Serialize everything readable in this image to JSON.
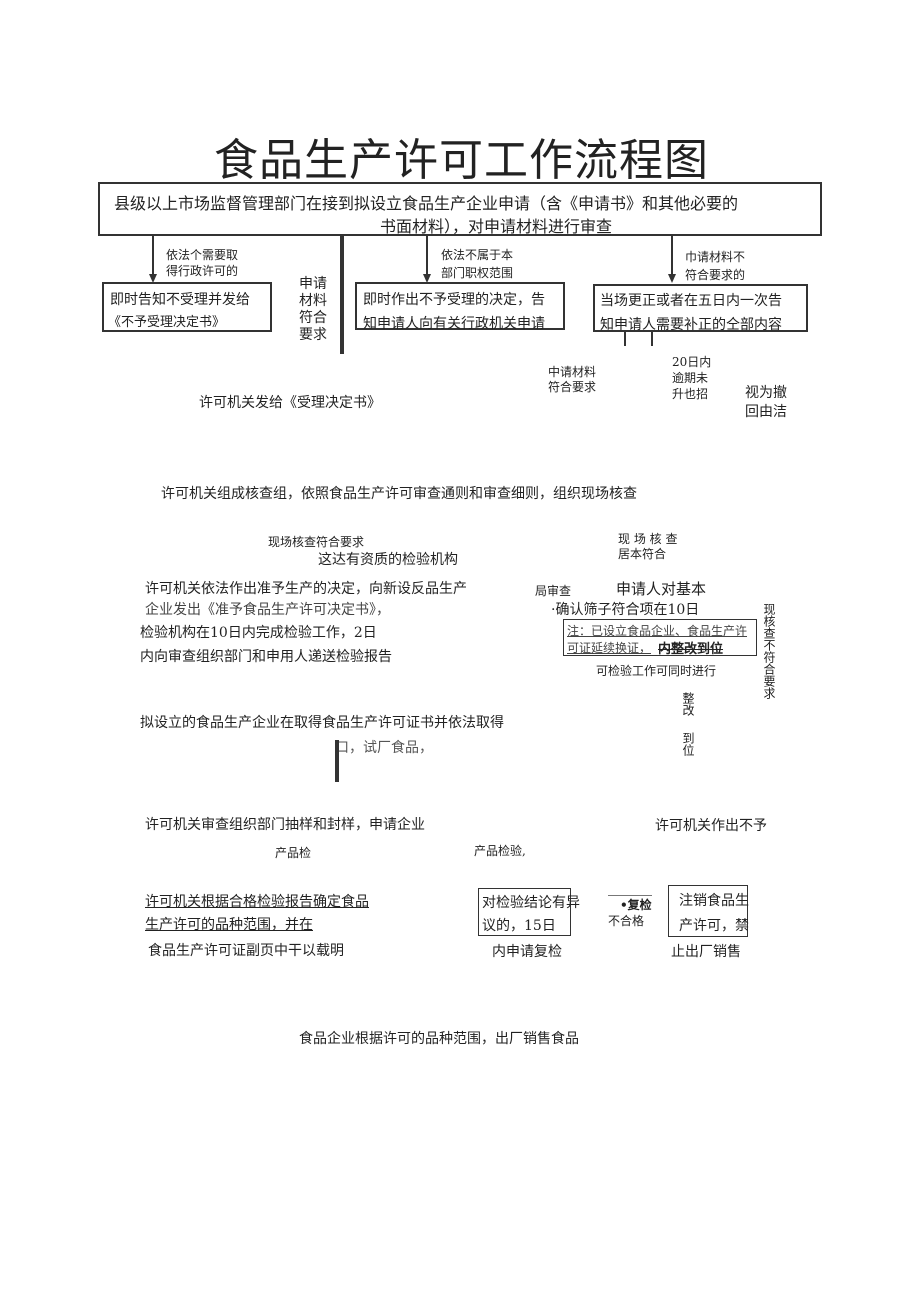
{
  "title": "食品生产许可工作流程图",
  "top_box": {
    "line1": "县级以上市场监督管理部门在接到拟设立食品生产企业申请（含《申请书》和其他必要的",
    "line2": "书面材料），对申请材料进行审查"
  },
  "branch1": {
    "label1": "依法个需要取",
    "label2": "得行政许可的",
    "box1": "即时告知不受理并发给",
    "box2": "《不予受理决定书》"
  },
  "middle_label": [
    "申请",
    "材料",
    "符合",
    "要求"
  ],
  "branch2": {
    "label1": "依法不属于本",
    "label2": "部门职权范围",
    "box1": "即时作出不予受理的决定，告",
    "box2": "知申请人向有关行政机关申请"
  },
  "branch3": {
    "label1": "巾请材料不",
    "label2": "符合要求的",
    "box1": "当场更正或者在五日内一次告",
    "box2": "知申请人需要补正的仝部内容"
  },
  "sub_right": {
    "materials_ok": [
      "中请材料",
      "符合要求"
    ],
    "overdue": [
      "20日内",
      "逾期未",
      "升也招"
    ],
    "withdraw": [
      "视为撤",
      "回由洁"
    ]
  },
  "accept": "许可机关发给《受理决定书》",
  "inspection": "许可机关组成核查组，依照食品生产许可审查通则和审查细则，组织现场核查",
  "onsite_ok": "现场核查符合要求",
  "send_lab": "这达有资质的检验机构",
  "onsite_basic": [
    "现 场 核 查",
    "居本符合"
  ],
  "decision": [
    "许可机关依法作出准予生产的决定，向新设反品生产",
    "企业发出《准予食品生产许可决定书》，"
  ],
  "lab": [
    "检验机构在10日内完成检验工作，2日",
    "内向审查组织部门和申用人递送检验报告"
  ],
  "bureau_review": "局审查",
  "applicant_basic": "申请人对基本",
  "confirm": "·确认筛子符合项在10日",
  "note_box": [
    "注：已设立食品企业、食品生产许",
    "可证延续换证，",
    "内整改到位"
  ],
  "parallel": "可检验工作可同时进行",
  "onsite_fail": "现核查不符合要求",
  "rectify": [
    "整改",
    "到位"
  ],
  "trial": [
    "拟设立的食品生产企业在取得食品生产许可证书并依法取得",
    "口，试厂食品，"
  ],
  "sampling": "许可机关审查组织部门抽样和封样，申请企业",
  "reject": "许可机关作出不予",
  "product_check1": "产品检",
  "product_check2": "产品检验,",
  "scope": [
    "许可机关根据合格检验报告确定食品",
    "生产许可的品种范围，并在",
    "食品生产许可证副页中干以载明"
  ],
  "objection": [
    "对检验结论有异",
    "议的，15日",
    "内申请复检"
  ],
  "recheck": [
    "•复检",
    "不合格"
  ],
  "revoke": [
    "注销食品生",
    "产许可，禁",
    "止出厂销售"
  ],
  "final": "食品企业根据许可的品种范围，出厂销售食品"
}
